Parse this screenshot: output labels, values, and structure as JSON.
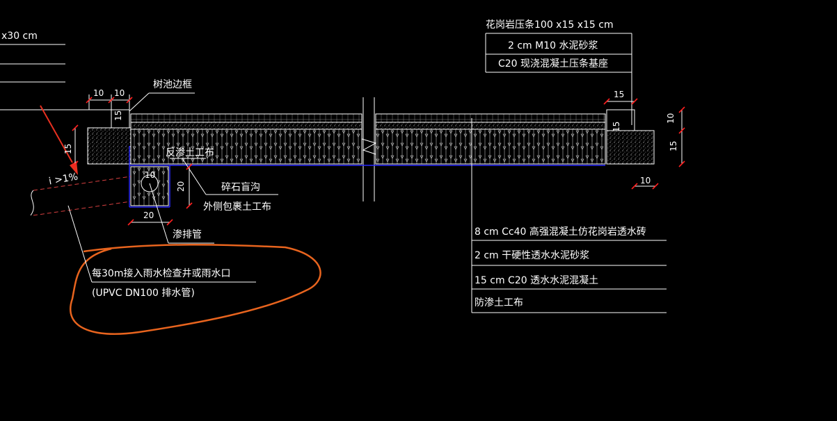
{
  "labels": {
    "top_left_partial": "x30 cm",
    "tree_pit_frame": "树池边框",
    "anti_seep_cloth_left": "反渗土工布",
    "gravel_drain": "碎石盲沟",
    "wrapped_cloth": "外侧包裹土工布",
    "drain_pipe": "渗排管",
    "slope": "i >1%",
    "note_line1": "每30m接入雨水检查井或雨水口",
    "note_line2": "(UPVC DN100 排水管)"
  },
  "top_right_stack": [
    "花岗岩压条100 x15 x15 cm",
    "2 cm M10 水泥砂浆",
    "C20 现浇混凝土压条基座"
  ],
  "bottom_right_stack": [
    "8 cm Cc40 高强混凝土仿花岗岩透水砖",
    "2 cm 干硬性透水水泥砂浆",
    "15 cm C20 透水水泥混凝土",
    "防渗土工布"
  ],
  "dimensions": {
    "d10a": "10",
    "d10b": "10",
    "d15_left_h": "15",
    "d15_left_v": "15",
    "d10_pipe": "10",
    "d20_pipe_v": "20",
    "d20_pipe_h": "20",
    "d15_right_top": "15",
    "d15_right_v": "15",
    "d10_right_v": "10",
    "d15_right_far": "15",
    "d10_right_bottom": "10"
  },
  "colors": {
    "line": "#ffffff",
    "dim_red": "#ff2020",
    "blue": "#2828ff",
    "annotation_orange": "#e8641e",
    "arrow_red": "#e83020",
    "dashed_red": "#d84040"
  }
}
